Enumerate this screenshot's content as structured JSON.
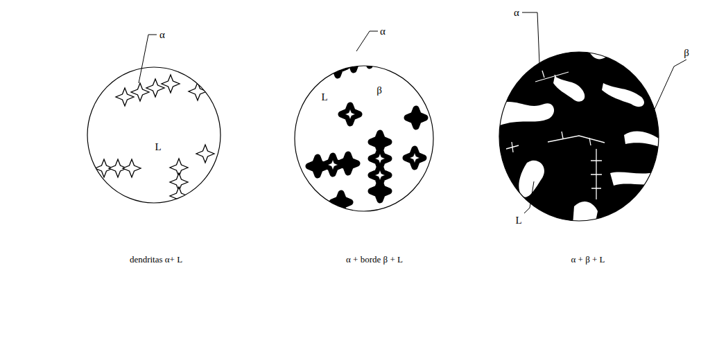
{
  "diagram": {
    "nodes": [
      {
        "text": [
          "α",
          "L",
          "dendritas α+ L"
        ]
      },
      {
        "text": [
          "α",
          "β",
          "L",
          "α + borde β + L"
        ]
      },
      {
        "text": [
          "α",
          "β",
          "L",
          "α + β + L"
        ]
      }
    ]
  }
}
